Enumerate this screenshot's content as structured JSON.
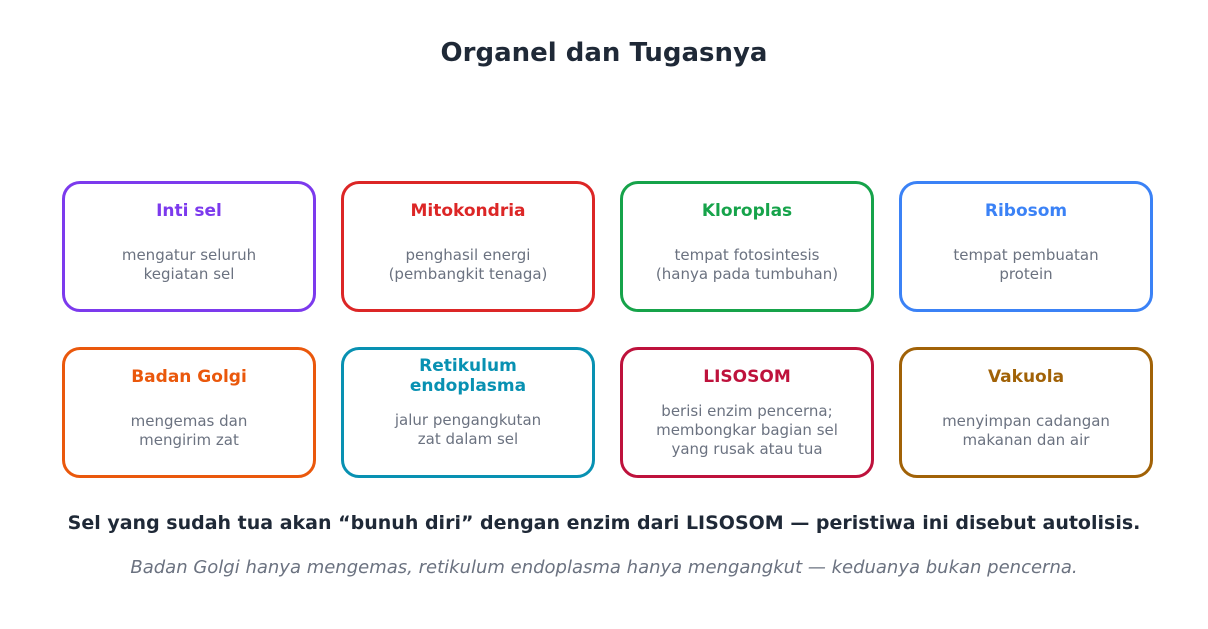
{
  "title": "Organel dan Tugasnya",
  "organelles": [
    {
      "name": "Inti sel",
      "desc": "mengatur seluruh\nkegiatan sel",
      "color": "#7c3aed"
    },
    {
      "name": "Mitokondria",
      "desc": "penghasil energi\n(pembangkit tenaga)",
      "color": "#dc2626"
    },
    {
      "name": "Kloroplas",
      "desc": "tempat fotosintesis\n(hanya pada tumbuhan)",
      "color": "#16a34a"
    },
    {
      "name": "Ribosom",
      "desc": "tempat pembuatan\nprotein",
      "color": "#3b82f6"
    },
    {
      "name": "Badan Golgi",
      "desc": "mengemas dan\nmengirim zat",
      "color": "#ea580c"
    },
    {
      "name": "Retikulum\nendoplasma",
      "desc": "jalur pengangkutan\nzat dalam sel",
      "color": "#0891b2"
    },
    {
      "name": "LISOSOM",
      "desc": "berisi enzim pencerna;\nmembongkar bagian sel\nyang rusak atau tua",
      "color": "#be123c"
    },
    {
      "name": "Vakuola",
      "desc": "menyimpan cadangan\nmakanan dan air",
      "color": "#a16207"
    }
  ],
  "footer": {
    "statement": "Sel yang sudah tua akan “bunuh diri” dengan enzim dari LISOSOM — peristiwa ini disebut autolisis.",
    "note": "Badan Golgi hanya mengemas, retikulum endoplasma hanya mengangkut — keduanya bukan pencerna."
  }
}
